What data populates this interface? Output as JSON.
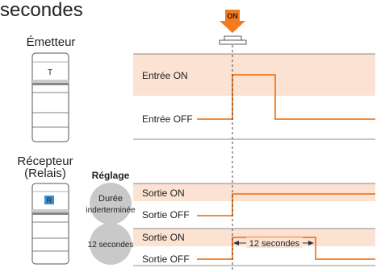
{
  "header": {
    "partial_title": "secondes"
  },
  "on_button": {
    "label": "ON"
  },
  "emitter": {
    "label": "Émetteur",
    "device_letter": "T"
  },
  "receiver": {
    "label_line1": "Récepteur",
    "label_line2": "(Relais)",
    "device_letter": "R"
  },
  "setting": {
    "title": "Réglage"
  },
  "timing_rows": [
    {
      "setting_line1": "Durée",
      "setting_line2": "inderterminée",
      "on_label": "Sortie ON",
      "off_label": "Sortie OFF"
    },
    {
      "setting_line1": "12 secondes",
      "setting_line2": "",
      "on_label": "Sortie ON",
      "off_label": "Sortie OFF"
    }
  ],
  "input_signal": {
    "on_label": "Entrée ON",
    "off_label": "Entrée OFF"
  },
  "duration_annotation": "12 secondes",
  "colors": {
    "accent": "#f47a20",
    "band": "#fbe2d2",
    "circle": "#c9c9c9",
    "device_blue": "#3a8fd0"
  }
}
